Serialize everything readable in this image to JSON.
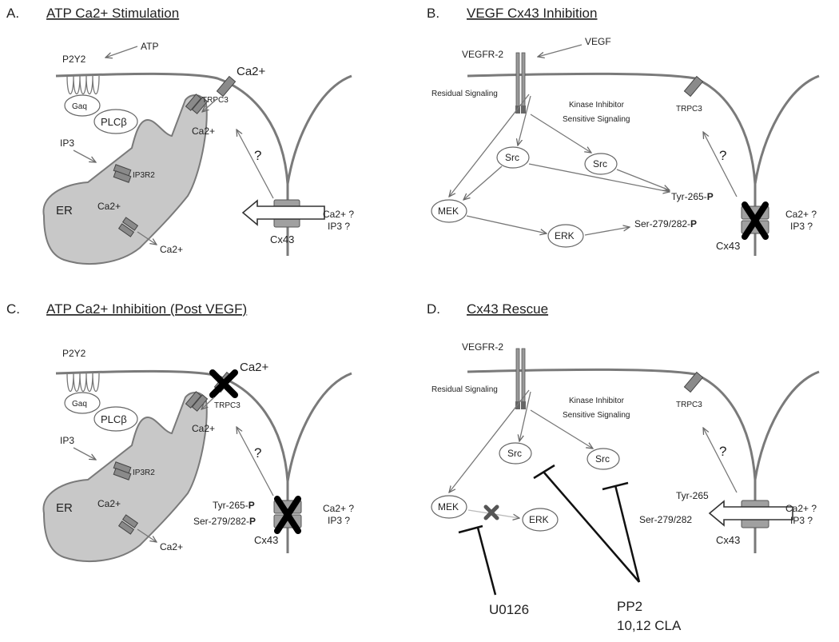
{
  "panels": {
    "a": {
      "letter": "A.",
      "title": "ATP Ca2+ Stimulation",
      "labels": {
        "p2y2": "P2Y2",
        "atp": "ATP",
        "gaq": "Gaq",
        "plcb": "PLCβ",
        "ip3": "IP3",
        "ip3r2": "IP3R2",
        "er": "ER",
        "ca_er": "Ca2+",
        "ca_er_out": "Ca2+",
        "ca_top": "Ca2+",
        "trpc3": "TRPC3",
        "ca_trpc": "Ca2+",
        "question": "?",
        "ca_q": "Ca2+ ?",
        "ip3_q": "IP3 ?",
        "cx43": "Cx43"
      }
    },
    "b": {
      "letter": "B.",
      "title": "VEGF Cx43 Inhibition",
      "labels": {
        "vegfr2": "VEGFR-2",
        "vegf": "VEGF",
        "residual": "Residual Signaling",
        "kinase_1": "Kinase Inhibitor",
        "kinase_2": "Sensitive Signaling",
        "src1": "Src",
        "src2": "Src",
        "mek": "MEK",
        "erk": "ERK",
        "tyr": "Tyr-265-",
        "tyr_p": "P",
        "ser": "Ser-279/282-",
        "ser_p": "P",
        "trpc3": "TRPC3",
        "question": "?",
        "ca_q": "Ca2+ ?",
        "ip3_q": "IP3 ?",
        "cx43": "Cx43"
      }
    },
    "c": {
      "letter": "C.",
      "title": "ATP Ca2+ Inhibition (Post VEGF)",
      "labels": {
        "p2y2": "P2Y2",
        "gaq": "Gaq",
        "plcb": "PLCβ",
        "ip3": "IP3",
        "ip3r2": "IP3R2",
        "er": "ER",
        "ca_er": "Ca2+",
        "ca_er_out": "Ca2+",
        "ca_top": "Ca2+",
        "trpc3": "TRPC3",
        "ca_trpc": "Ca2+",
        "question": "?",
        "tyr": "Tyr-265-",
        "tyr_p": "P",
        "ser": "Ser-279/282-",
        "ser_p": "P",
        "ca_q": "Ca2+ ?",
        "ip3_q": "IP3 ?",
        "cx43": "Cx43"
      }
    },
    "d": {
      "letter": "D.",
      "title": "Cx43 Rescue",
      "labels": {
        "vegfr2": "VEGFR-2",
        "residual": "Residual Signaling",
        "kinase_1": "Kinase Inhibitor",
        "kinase_2": "Sensitive Signaling",
        "src1": "Src",
        "src2": "Src",
        "mek": "MEK",
        "erk": "ERK",
        "tyr": "Tyr-265",
        "ser": "Ser-279/282",
        "trpc3": "TRPC3",
        "question": "?",
        "ca_q": "Ca2+ ?",
        "ip3_q": "IP3 ?",
        "cx43": "Cx43",
        "u0126": "U0126",
        "pp2": "PP2",
        "cla": "10,12 CLA"
      }
    }
  }
}
